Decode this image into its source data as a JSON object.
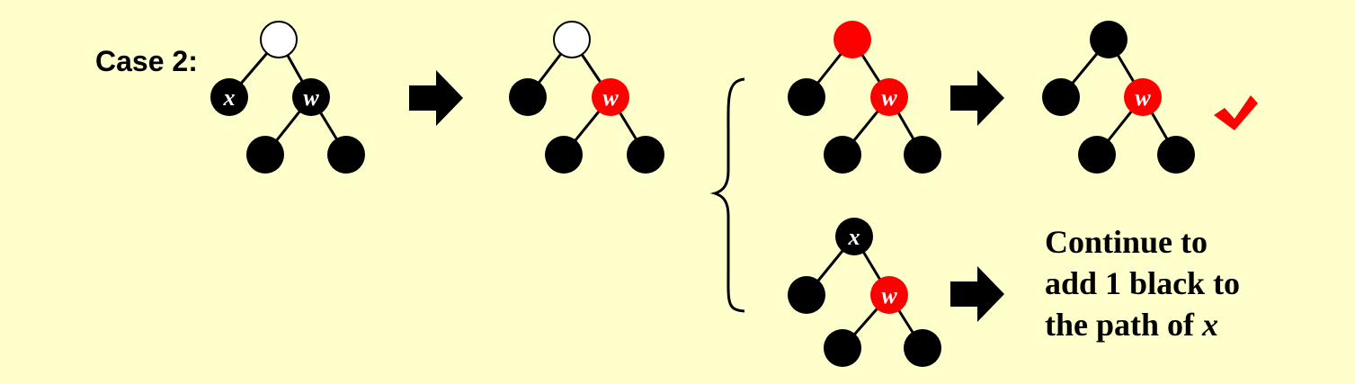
{
  "case_label": "Case 2:",
  "colors": {
    "background": "#ffffcc",
    "black": "#000000",
    "red": "#ff0000",
    "white": "#ffffff"
  },
  "node_labels": {
    "x": "x",
    "w": "w"
  },
  "result_text": {
    "line1": "Continue to",
    "line2": "add 1 black to",
    "line3_prefix": "the path of ",
    "line3_var": "x"
  },
  "icons": {
    "arrow": "right-arrow-icon",
    "check": "checkmark-icon",
    "brace": "left-brace"
  }
}
